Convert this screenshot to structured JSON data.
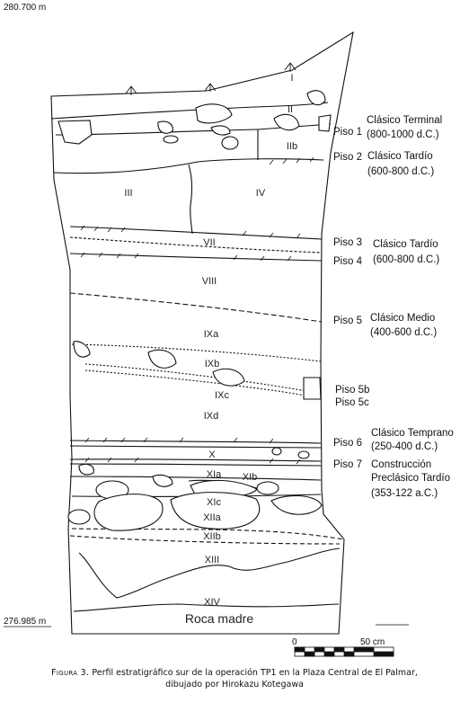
{
  "elevations": {
    "top": "280.700 m",
    "bottom": "276.985 m"
  },
  "layers": {
    "I": "I",
    "II": "II",
    "IIb": "IIb",
    "III": "III",
    "IV": "IV",
    "VII": "VII",
    "VIII": "VIII",
    "IXa": "IXa",
    "IXb": "IXb",
    "IXc": "IXc",
    "IXd": "IXd",
    "X": "X",
    "XIa": "XIa",
    "XIb": "XIb",
    "XIc": "XIc",
    "XIIa": "XIIa",
    "XIIb": "XIIb",
    "XIII": "XIII",
    "XIV": "XIV",
    "bedrock": "Roca madre"
  },
  "floors": {
    "piso1": "Piso 1",
    "piso2": "Piso 2",
    "piso3": "Piso 3",
    "piso4": "Piso 4",
    "piso5": "Piso 5",
    "piso5b": "Piso 5b",
    "piso5c": "Piso 5c",
    "piso6": "Piso 6",
    "piso7": "Piso 7"
  },
  "periods": {
    "terminal_name": "Clásico Terminal",
    "terminal_dates": "(800-1000 d.C.)",
    "tardio1_name": "Clásico Tardío",
    "tardio1_dates": "(600-800 d.C.)",
    "tardio2_name": "Clásico Tardío",
    "tardio2_dates": "(600-800 d.C.)",
    "medio_name": "Clásico Medio",
    "medio_dates": "(400-600 d.C.)",
    "temprano_name": "Clásico Temprano",
    "temprano_dates": "(250-400 d.C.)",
    "preclasico_line1": "Construcción",
    "preclasico_line2": "Preclásico Tardío",
    "preclasico_dates": "(353-122 a.C.)"
  },
  "scale": {
    "zero": "0",
    "end": "50 cm"
  },
  "caption": {
    "figure": "Figura 3.",
    "line1": "Perfil estratigráfico sur de la operación TP1 en la Plaza Central de El Palmar,",
    "line2": "dibujado por Hirokazu Kotegawa"
  }
}
